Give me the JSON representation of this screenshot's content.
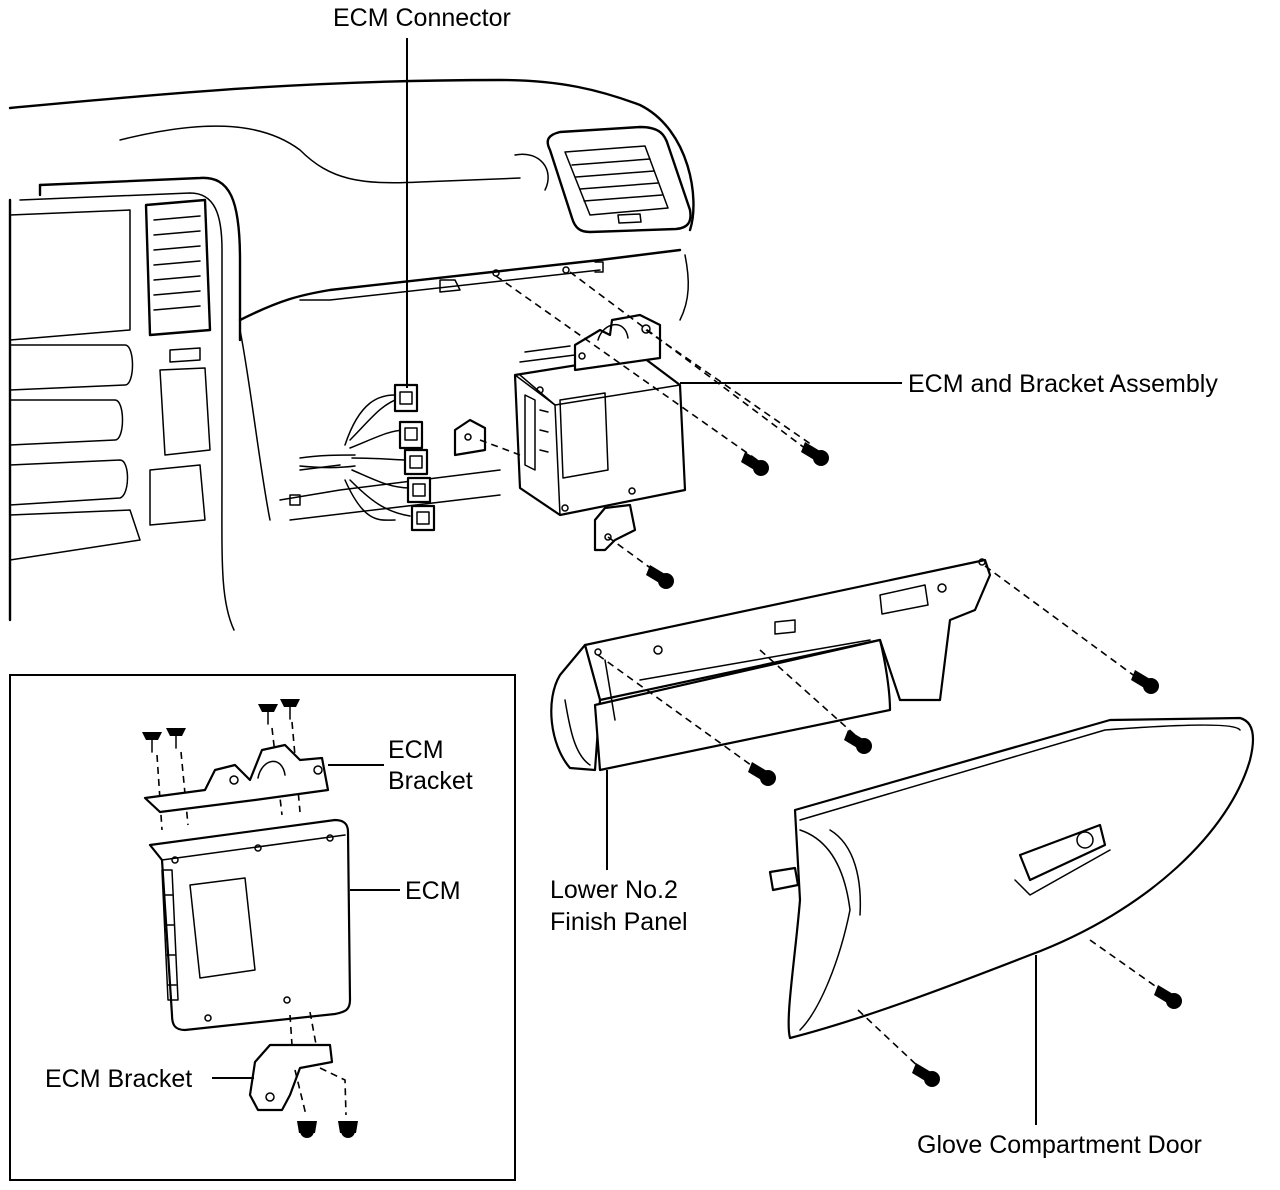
{
  "labels": {
    "ecm_connector": "ECM Connector",
    "ecm_bracket_assembly": "ECM and Bracket Assembly",
    "lower_panel_line1": "Lower No.2",
    "lower_panel_line2": "Finish Panel",
    "glove_door": "Glove Compartment Door",
    "inset_bracket_top_line1": "ECM",
    "inset_bracket_top_line2": "Bracket",
    "inset_ecm": "ECM",
    "inset_bracket_bottom": "ECM Bracket"
  },
  "colors": {
    "ink": "#000000",
    "paper": "#ffffff"
  }
}
